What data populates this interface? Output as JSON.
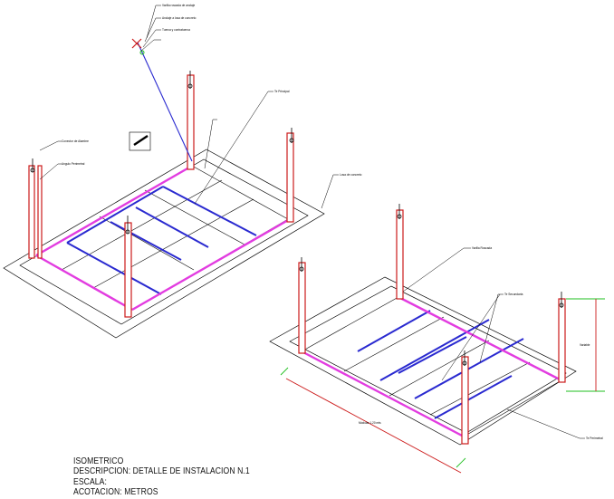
{
  "title_block": {
    "line1": "ISOMETRICO",
    "line2": "DESCRIPCION: DETALLE DE INSTALACION N.1",
    "line3": "ESCALA:",
    "line4": "ACOTACION: METROS"
  },
  "annotations": {
    "hanger_note_1": "Varilla roscada de anclaje",
    "hanger_note_2": "Anclaje a losa de concreto",
    "hanger_note_3": "Tuerca y contratuerca",
    "ceiling_grid_note": "Te Principal",
    "slab_note": "Losa de concreto",
    "left_detail_note": "Conector de Alambre",
    "left_detail_note_2": "Angulo Perimetral",
    "right_note_1": "Varilla Roscada",
    "right_note_2": "Te Secundaria",
    "dim_vertical": "Variable",
    "dim_horizontal": "Modular 1.20 mts",
    "corner_note": "Te Perimetral"
  },
  "colors": {
    "line": "#000000",
    "hanger_red": "#cc1a1a",
    "rail_magenta": "#e23ce0",
    "tee_blue": "#2a2ad0",
    "dim_green": "#1fbf1f"
  }
}
